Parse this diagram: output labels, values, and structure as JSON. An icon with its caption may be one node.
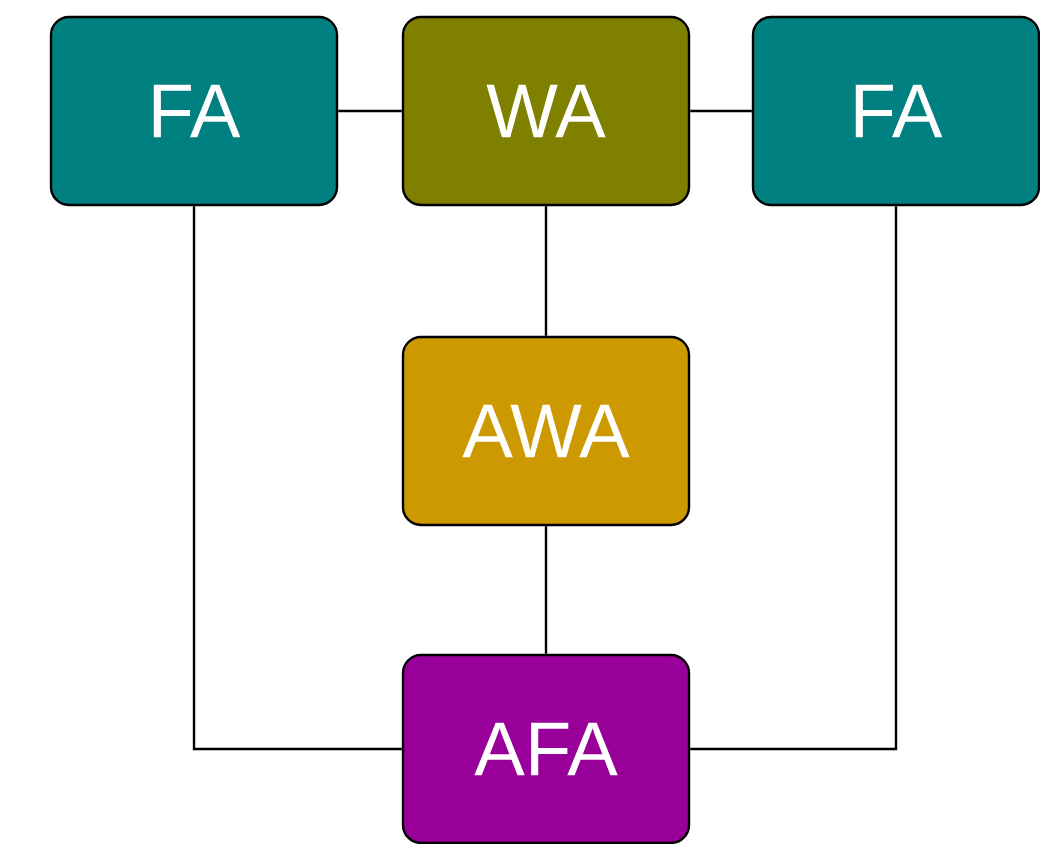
{
  "diagram": {
    "nodes": [
      {
        "text": [
          "FA"
        ]
      },
      {
        "text": [
          "WA"
        ]
      },
      {
        "text": [
          "FA"
        ]
      },
      {
        "text": [
          "AWA"
        ]
      },
      {
        "text": [
          "AFA"
        ]
      }
    ],
    "edges": [
      {
        "from": 0,
        "to": 1,
        "arrow": "none"
      },
      {
        "from": 1,
        "to": 2,
        "arrow": "none"
      },
      {
        "from": 1,
        "to": 3,
        "arrow": "none"
      },
      {
        "from": 3,
        "to": 4,
        "arrow": "none"
      },
      {
        "from": 0,
        "to": 4,
        "arrow": "none"
      },
      {
        "from": 2,
        "to": 4,
        "arrow": "none"
      }
    ]
  }
}
